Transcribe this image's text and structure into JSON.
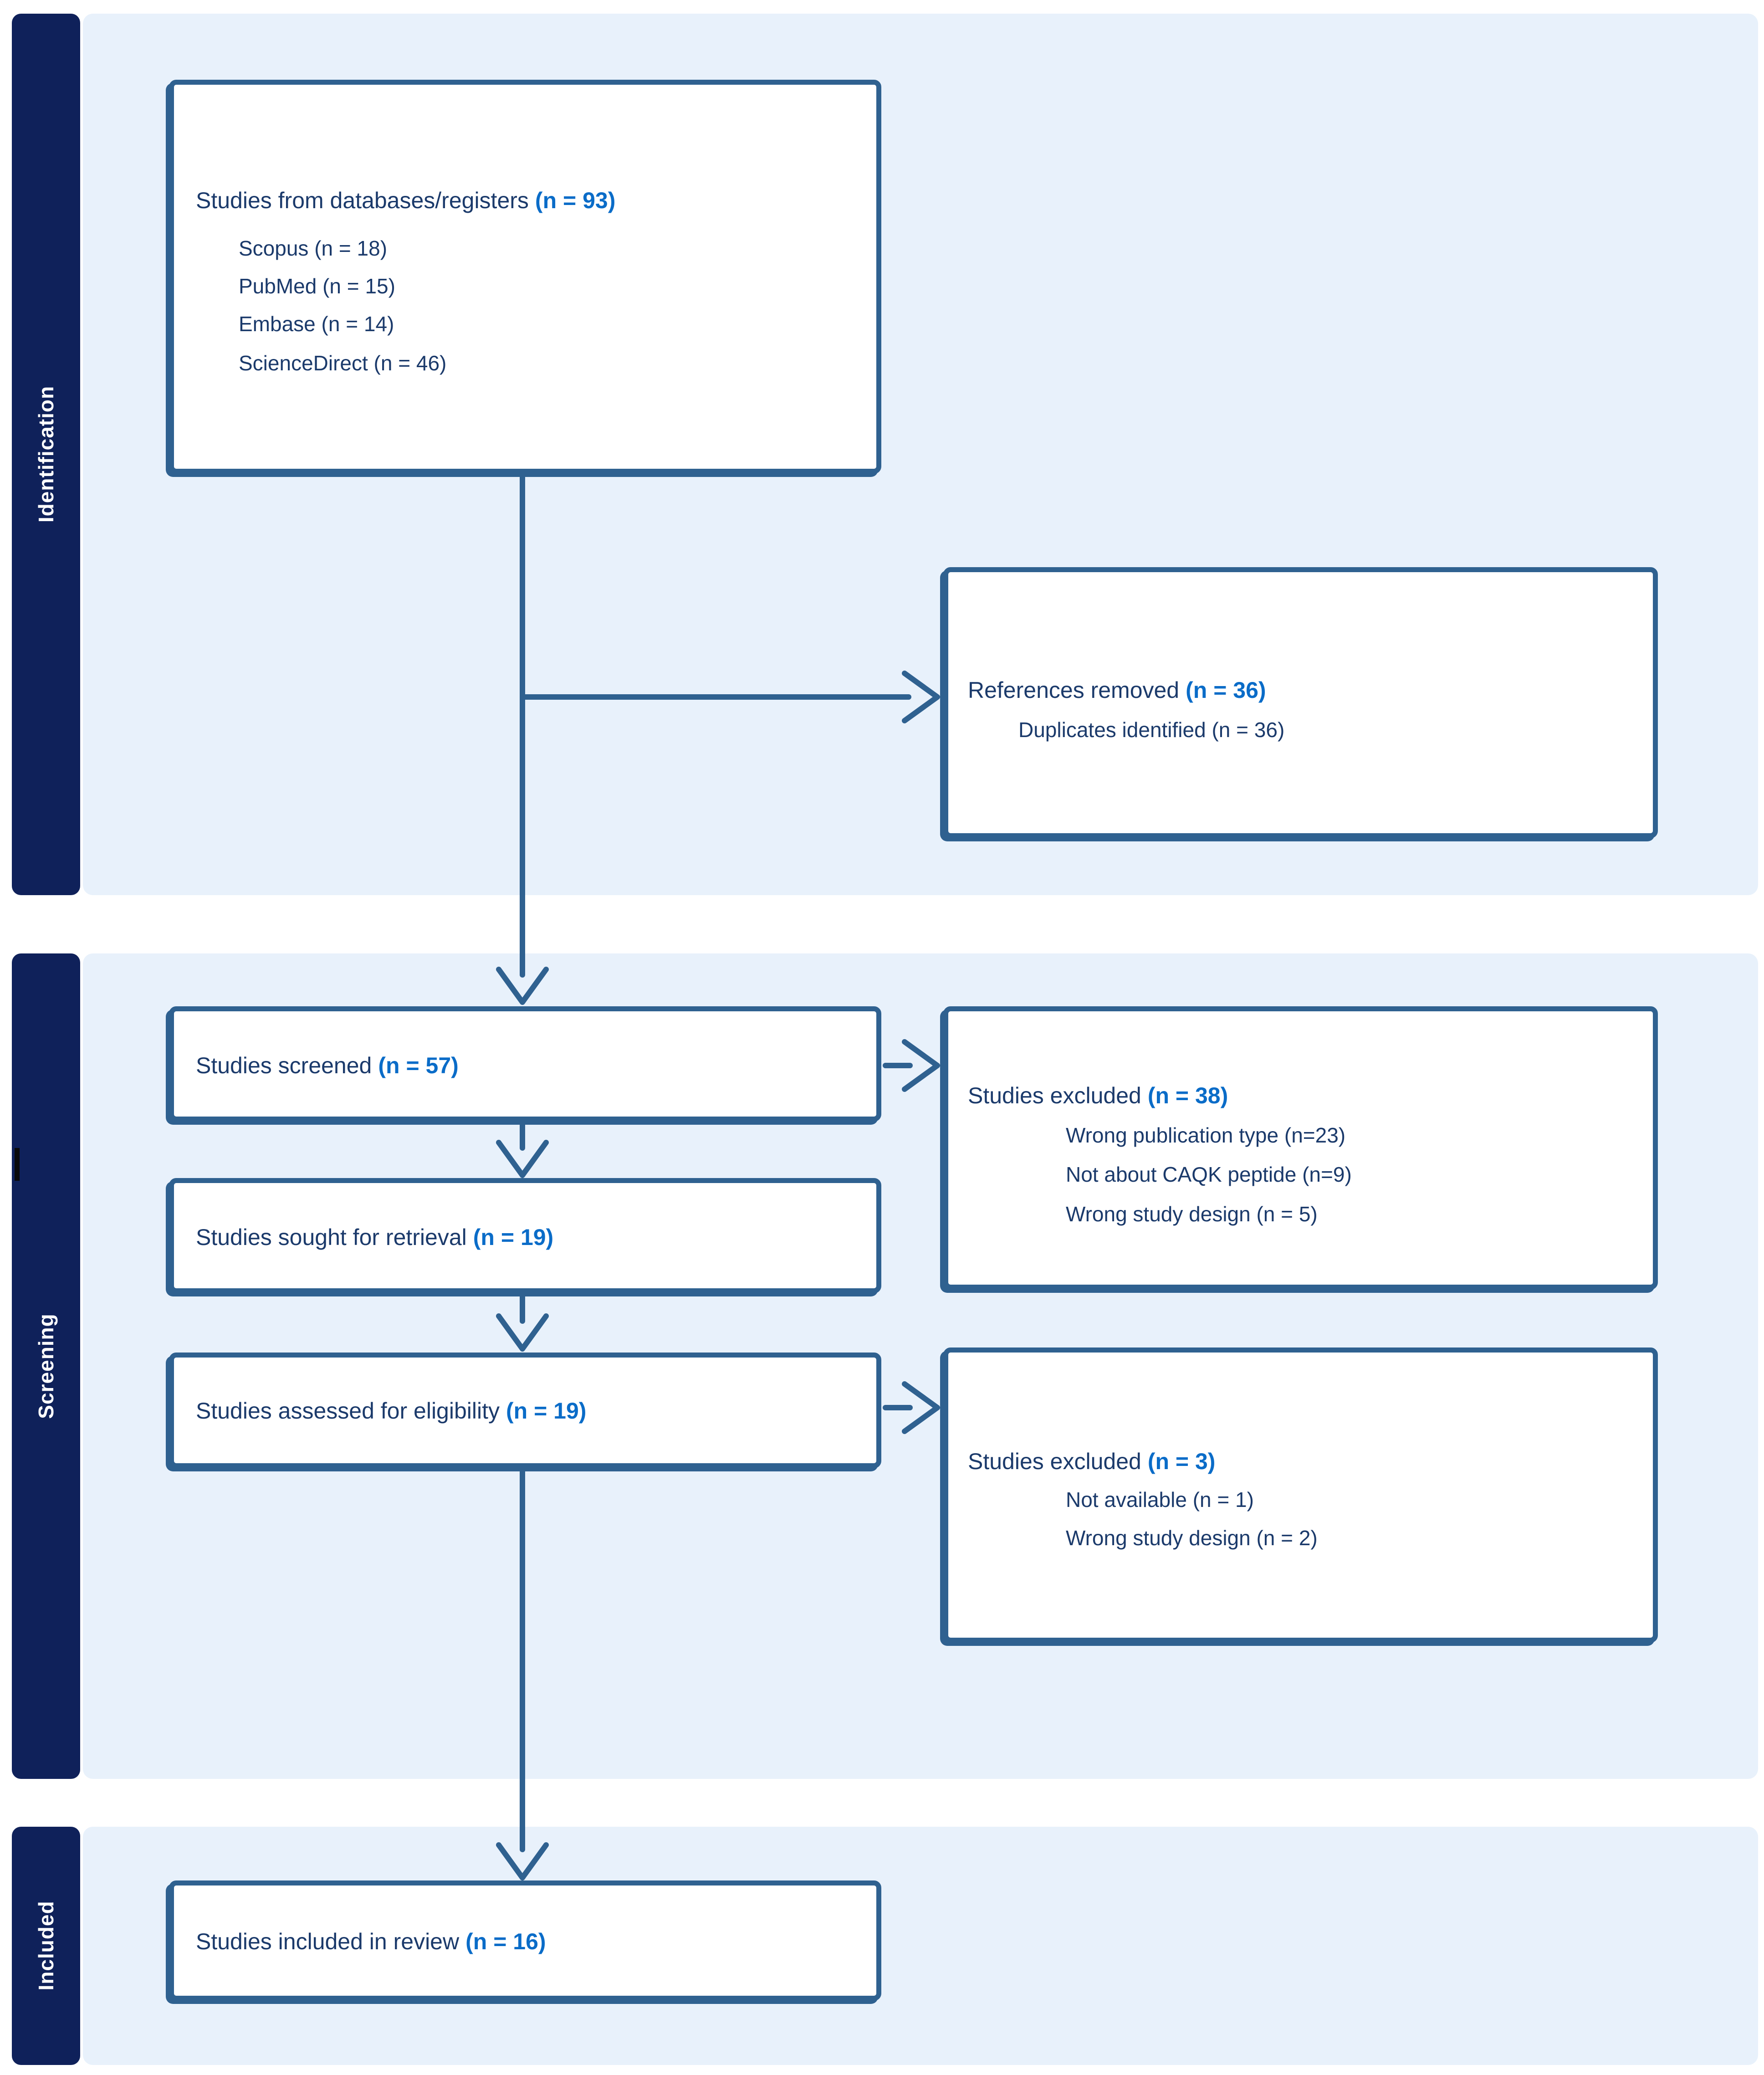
{
  "colors": {
    "bar": "#0F215A",
    "panel": "#E8F1FB",
    "border": "#2F6190",
    "ink": "#1B3A6B",
    "accent": "#0A6CC8"
  },
  "stages": {
    "identification": "Identification",
    "screening": "Screening",
    "included": "Included"
  },
  "boxes": {
    "databases": {
      "title": "Studies from databases/registers",
      "count": "(n = 93)",
      "items": [
        "Scopus (n = 18)",
        "PubMed (n = 15)",
        "Embase (n = 14)",
        "ScienceDirect (n = 46)"
      ]
    },
    "references_removed": {
      "title": "References removed",
      "count": "(n = 36)",
      "items": [
        "Duplicates identified (n = 36)"
      ]
    },
    "screened": {
      "title": "Studies screened",
      "count": "(n = 57)"
    },
    "excluded_screening": {
      "title": "Studies excluded",
      "count": "(n = 38)",
      "items": [
        "Wrong publication type (n=23)",
        "Not about CAQK peptide (n=9)",
        "Wrong study design (n = 5)"
      ]
    },
    "sought": {
      "title": "Studies sought for retrieval",
      "count": "(n = 19)"
    },
    "assessed": {
      "title": "Studies assessed for eligibility",
      "count": "(n = 19)"
    },
    "excluded_eligibility": {
      "title": "Studies excluded",
      "count": "(n = 3)",
      "items": [
        "Not available (n = 1)",
        "Wrong study design (n = 2)"
      ]
    },
    "included": {
      "title": "Studies included in review",
      "count": "(n = 16)"
    }
  }
}
